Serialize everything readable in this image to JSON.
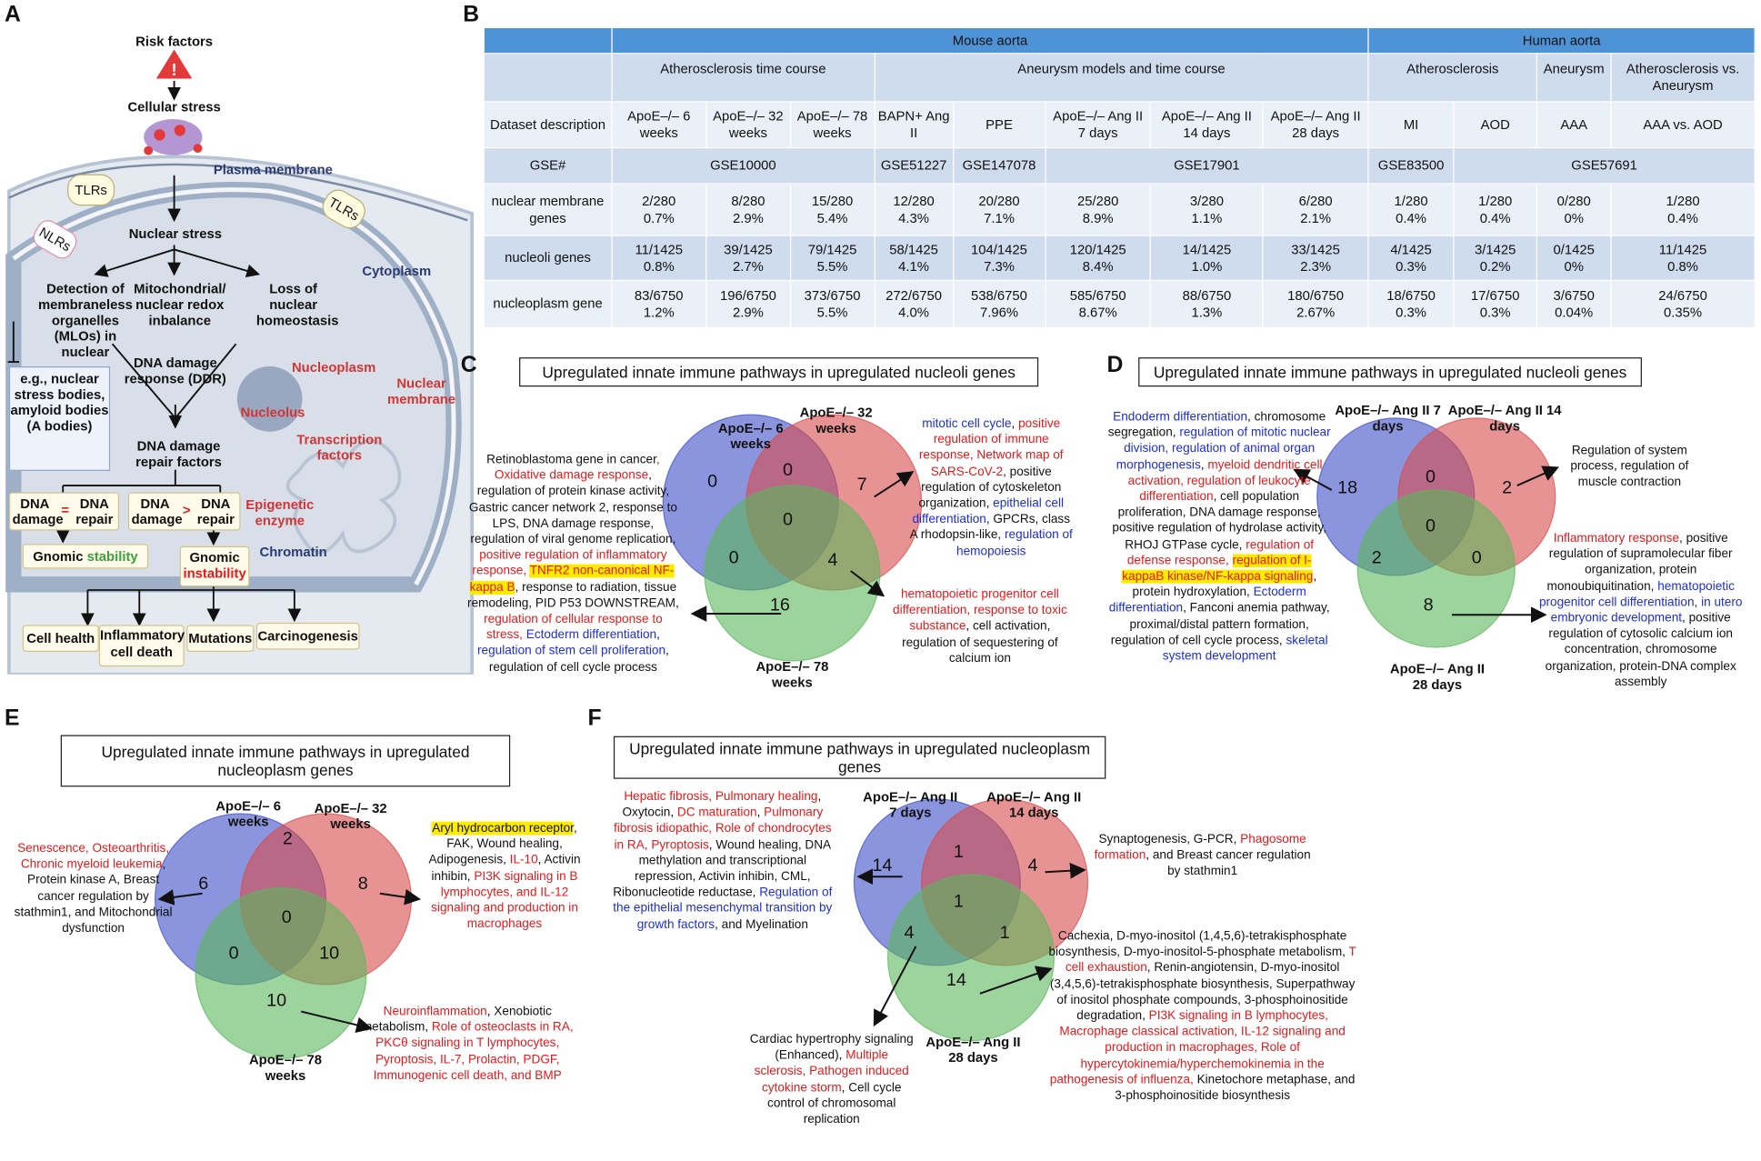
{
  "panel_letters": {
    "a": "A",
    "b": "B",
    "c": "C",
    "d": "D",
    "e": "E",
    "f": "F"
  },
  "panelA": {
    "risk_factors": "Risk factors",
    "cellular_stress": "Cellular stress",
    "plasma_membrane": "Plasma membrane",
    "tlrs1": "TLRs",
    "tlrs2": "TLRs",
    "nlrs": "NLRs",
    "nuclear_stress": "Nuclear stress",
    "cytoplasm": "Cytoplasm",
    "detection": "Detection of membraneless organelles (MLOs) in nuclear",
    "mito": "Mitochondrial/ nuclear redox inbalance",
    "loss": "Loss of nuclear homeostasis",
    "nucleoplasm": "Nucleoplasm",
    "nuclear_membrane": "Nuclear membrane",
    "eg": "e.g., nuclear stress bodies, amyloid bodies (A bodies)",
    "ddr": "DNA damage response (DDR)",
    "nucleolus": "Nucleolus",
    "transcription": "Transcription factors",
    "repair_factors": "DNA damage repair factors",
    "epigenetic": "Epigenetic enzyme",
    "chromatin": "Chromatin",
    "dna_damage": "DNA damage",
    "eq": "=",
    "dna_repair": "DNA repair",
    "dna_damage2": "DNA damage",
    "gt": ">",
    "dna_repair2": "DNA repair",
    "gnomic": "Gnomic",
    "stability": "stability",
    "gnomic2": "Gnomic",
    "instability": "instability",
    "cell_health": "Cell health",
    "inflam_death": "Inflammatory cell death",
    "mutations": "Mutations",
    "carcinogenesis": "Carcinogenesis"
  },
  "table": {
    "mouse_aorta": "Mouse aorta",
    "human_aorta": "Human aorta",
    "athero_time": "Atherosclerosis time course",
    "aneurysm_models": "Aneurysm models and time course",
    "atherosclerosis": "Atherosclerosis",
    "aneurysm": "Aneurysm",
    "athero_vs": "Atherosclerosis vs. Aneurysm",
    "dataset_desc": "Dataset description",
    "datasets": [
      "ApoE–/– 6 weeks",
      "ApoE–/– 32 weeks",
      "ApoE–/– 78 weeks",
      "BAPN+ Ang II",
      "PPE",
      "ApoE–/– Ang II 7 days",
      "ApoE–/– Ang II 14 days",
      "ApoE–/– Ang II 28 days",
      "MI",
      "AOD",
      "AAA",
      "AAA vs. AOD"
    ],
    "gse_label": "GSE#",
    "gse": [
      "GSE10000",
      "GSE51227",
      "GSE147078",
      "GSE17901",
      "GSE83500",
      "GSE57691"
    ],
    "rows": [
      {
        "label": "nuclear membrane genes",
        "counts": [
          "2/280",
          "8/280",
          "15/280",
          "12/280",
          "20/280",
          "25/280",
          "3/280",
          "6/280",
          "1/280",
          "1/280",
          "0/280",
          "1/280"
        ],
        "pcts": [
          "0.7%",
          "2.9%",
          "5.4%",
          "4.3%",
          "7.1%",
          "8.9%",
          "1.1%",
          "2.1%",
          "0.4%",
          "0.4%",
          "0%",
          "0.4%"
        ]
      },
      {
        "label": "nucleoli genes",
        "counts": [
          "11/1425",
          "39/1425",
          "79/1425",
          "58/1425",
          "104/1425",
          "120/1425",
          "14/1425",
          "33/1425",
          "4/1425",
          "3/1425",
          "0/1425",
          "11/1425"
        ],
        "pcts": [
          "0.8%",
          "2.7%",
          "5.5%",
          "4.1%",
          "7.3%",
          "8.4%",
          "1.0%",
          "2.3%",
          "0.3%",
          "0.2%",
          "0%",
          "0.8%"
        ]
      },
      {
        "label": "nucleoplasm gene",
        "counts": [
          "83/6750",
          "196/6750",
          "373/6750",
          "272/6750",
          "538/6750",
          "585/6750",
          "88/6750",
          "180/6750",
          "18/6750",
          "17/6750",
          "3/6750",
          "24/6750"
        ],
        "pcts": [
          "1.2%",
          "2.9%",
          "5.5%",
          "4.0%",
          "7.96%",
          "8.67%",
          "1.3%",
          "2.67%",
          "0.3%",
          "0.3%",
          "0.04%",
          "0.35%"
        ]
      }
    ]
  },
  "panelC": {
    "title": "Upregulated innate immune pathways in upregulated nucleoli genes",
    "set_a": "ApoE–/– 6 weeks",
    "set_b": "ApoE–/– 32 weeks",
    "set_c": "ApoE–/– 78 weeks",
    "n_a": "0",
    "n_ab": "0",
    "n_b": "7",
    "n_abc": "0",
    "n_ac": "0",
    "n_bc": "4",
    "n_c": "16",
    "left": [
      {
        "t": "Retinoblastoma gene in cancer",
        "c": "blk"
      },
      {
        "t": ", ",
        "c": "red"
      },
      {
        "t": "Oxidative damage response",
        "c": "red"
      },
      {
        "t": ", regulation of protein kinase activity, Gastric cancer network 2, response to LPS, DNA damage response, regulation of viral genome replication, ",
        "c": "blk"
      },
      {
        "t": "positive regulation of inflammatory response, ",
        "c": "red"
      },
      {
        "t": "TNFR2 non-canonical NF-kappa B",
        "c": "red hl"
      },
      {
        "t": ", response to radiation, tissue remodeling, PID P53 DOWNSTREAM, ",
        "c": "blk"
      },
      {
        "t": "regulation of cellular response to stress, ",
        "c": "red"
      },
      {
        "t": "Ectoderm differentiation",
        "c": "blu"
      },
      {
        "t": ", ",
        "c": "blk"
      },
      {
        "t": "regulation of stem cell proliferation",
        "c": "blu"
      },
      {
        "t": ", regulation of cell cycle process",
        "c": "blk"
      }
    ],
    "right": [
      {
        "t": "mitotic cell cycle",
        "c": "blu"
      },
      {
        "t": ", ",
        "c": "blk"
      },
      {
        "t": "positive regulation of immune response, Network map of SARS-CoV-2",
        "c": "red"
      },
      {
        "t": ", positive regulation of cytoskeleton organization, ",
        "c": "blk"
      },
      {
        "t": "epithelial cell differentiation",
        "c": "blu"
      },
      {
        "t": ", GPCRs, class A rhodopsin-like, ",
        "c": "blk"
      },
      {
        "t": "regulation of hemopoiesis",
        "c": "blu"
      }
    ],
    "bottom": [
      {
        "t": "hematopoietic progenitor cell differentiation, response to toxic substance",
        "c": "red"
      },
      {
        "t": ", cell activation, regulation of sequestering of calcium ion",
        "c": "blk"
      }
    ]
  },
  "panelD": {
    "title": "Upregulated innate immune pathways in upregulated nucleoli genes",
    "set_a": "ApoE–/– Ang II 7 days",
    "set_b": "ApoE–/– Ang II 14 days",
    "set_c": "ApoE–/– Ang II 28 days",
    "n_a": "18",
    "n_ab": "0",
    "n_b": "2",
    "n_abc": "0",
    "n_ac": "2",
    "n_bc": "0",
    "n_c": "8",
    "left": [
      {
        "t": "Endoderm differentiation",
        "c": "blu"
      },
      {
        "t": ", chromosome segregation, ",
        "c": "blk"
      },
      {
        "t": "regulation of mitotic nuclear division, regulation of animal organ morphogenesis",
        "c": "blu"
      },
      {
        "t": ", ",
        "c": "blk"
      },
      {
        "t": "myeloid dendritic cell activation, regulation of leukocyte differentiation",
        "c": "red"
      },
      {
        "t": ", cell population proliferation, DNA damage response, positive regulation of hydrolase activity, RHOJ GTPase cycle, ",
        "c": "blk"
      },
      {
        "t": "regulation of defense response, ",
        "c": "red"
      },
      {
        "t": "regulation of I-kappaB kinase/NF-kappa signaling",
        "c": "red hl"
      },
      {
        "t": ", protein hydroxylation, ",
        "c": "blk"
      },
      {
        "t": "Ectoderm differentiation",
        "c": "blu"
      },
      {
        "t": ", Fanconi anemia pathway, proximal/distal pattern formation, regulation of cell cycle process, ",
        "c": "blk"
      },
      {
        "t": "skeletal system development",
        "c": "blu"
      }
    ],
    "right": [
      {
        "t": "Regulation of system process, regulation of muscle contraction",
        "c": "blk"
      }
    ],
    "bottom": [
      {
        "t": "Inflammatory response",
        "c": "red"
      },
      {
        "t": ", positive regulation of supramolecular fiber organization, protein monoubiquitination, ",
        "c": "blk"
      },
      {
        "t": "hematopoietic progenitor cell differentiation, in utero embryonic development",
        "c": "blu"
      },
      {
        "t": ", positive regulation of cytosolic calcium ion concentration, chromosome organization, protein-DNA complex assembly",
        "c": "blk"
      }
    ]
  },
  "panelE": {
    "title": "Upregulated innate immune pathways in upregulated nucleoplasm genes",
    "set_a": "ApoE–/– 6 weeks",
    "set_b": "ApoE–/– 32 weeks",
    "set_c": "ApoE–/– 78 weeks",
    "n_a": "6",
    "n_ab": "2",
    "n_b": "8",
    "n_abc": "0",
    "n_ac": "0",
    "n_bc": "10",
    "n_c": "10",
    "left": [
      {
        "t": "Senescence, Osteoarthritis, Chronic myeloid leukemia",
        "c": "red"
      },
      {
        "t": ", Protein kinase A, Breast cancer regulation by stathmin1, and Mitochondrial dysfunction",
        "c": "blk"
      }
    ],
    "right": [
      {
        "t": "Aryl hydrocarbon receptor",
        "c": "blk hl"
      },
      {
        "t": ", FAK, Wound healing, Adipogenesis, ",
        "c": "blk"
      },
      {
        "t": "IL-10",
        "c": "red"
      },
      {
        "t": ", Activin inhibin, ",
        "c": "blk"
      },
      {
        "t": "PI3K signaling in B lymphocytes, and IL-12 signaling and production in macrophages",
        "c": "red"
      }
    ],
    "bottom": [
      {
        "t": "Neuroinflammation",
        "c": "red"
      },
      {
        "t": ", Xenobiotic metabolism, ",
        "c": "blk"
      },
      {
        "t": "Role of osteoclasts in RA, PKCθ signaling in T lymphocytes, Pyroptosis, IL-7, Prolactin, PDGF, Immunogenic cell death, and BMP",
        "c": "red"
      }
    ]
  },
  "panelF": {
    "title": "Upregulated innate immune pathways in upregulated nucleoplasm genes",
    "set_a": "ApoE–/– Ang II 7 days",
    "set_b": "ApoE–/– Ang II 14 days",
    "set_c": "ApoE–/– Ang II 28 days",
    "n_a": "14",
    "n_ab": "1",
    "n_b": "4",
    "n_abc": "1",
    "n_ac": "4",
    "n_bc": "1",
    "n_c": "14",
    "left": [
      {
        "t": "Hepatic fibrosis, Pulmonary healing",
        "c": "red"
      },
      {
        "t": ", Oxytocin, ",
        "c": "blk"
      },
      {
        "t": "DC maturation",
        "c": "red"
      },
      {
        "t": ", ",
        "c": "blk"
      },
      {
        "t": "Pulmonary fibrosis idiopathic, Role of chondrocytes in RA, Pyroptosis",
        "c": "red"
      },
      {
        "t": ", Wound healing, DNA methylation and transcriptional repression, Activin inhibin, CML, Ribonucleotide reductase, ",
        "c": "blk"
      },
      {
        "t": "Regulation of the epithelial mesenchymal transition by growth factors",
        "c": "blu"
      },
      {
        "t": ", and Myelination",
        "c": "blk"
      }
    ],
    "right": [
      {
        "t": "Synaptogenesis, G-PCR, ",
        "c": "blk"
      },
      {
        "t": "Phagosome formation",
        "c": "red"
      },
      {
        "t": ", and Breast cancer regulation by stathmin1",
        "c": "blk"
      }
    ],
    "ac": [
      {
        "t": "Cardiac hypertrophy signaling (Enhanced), ",
        "c": "blk"
      },
      {
        "t": "Multiple sclerosis, Pathogen induced cytokine storm",
        "c": "red"
      },
      {
        "t": ", Cell cycle control of chromosomal replication",
        "c": "blk"
      }
    ],
    "bottom": [
      {
        "t": "Cachexia, D-myo-inositol (1,4,5,6)-tetrakisphosphate biosynthesis, D-myo-inositol-5-phosphate metabolism, ",
        "c": "blk"
      },
      {
        "t": "T cell exhaustion",
        "c": "red"
      },
      {
        "t": ", Renin-angiotensin, D-myo-inositol (3,4,5,6)-tetrakisphosphate biosynthesis, Superpathway of inositol phosphate compounds, 3-phosphoinositide degradation, ",
        "c": "blk"
      },
      {
        "t": "PI3K signaling in B lymphocytes, Macrophage classical activation, IL-12 signaling and production in macrophages, Role of hypercytokinemia/hyperchemokinemia in the pathogenesis of influenza,",
        "c": "red"
      },
      {
        "t": " Kinetochore metaphase, and 3-phosphoinositide biosynthesis",
        "c": "blk"
      }
    ]
  }
}
